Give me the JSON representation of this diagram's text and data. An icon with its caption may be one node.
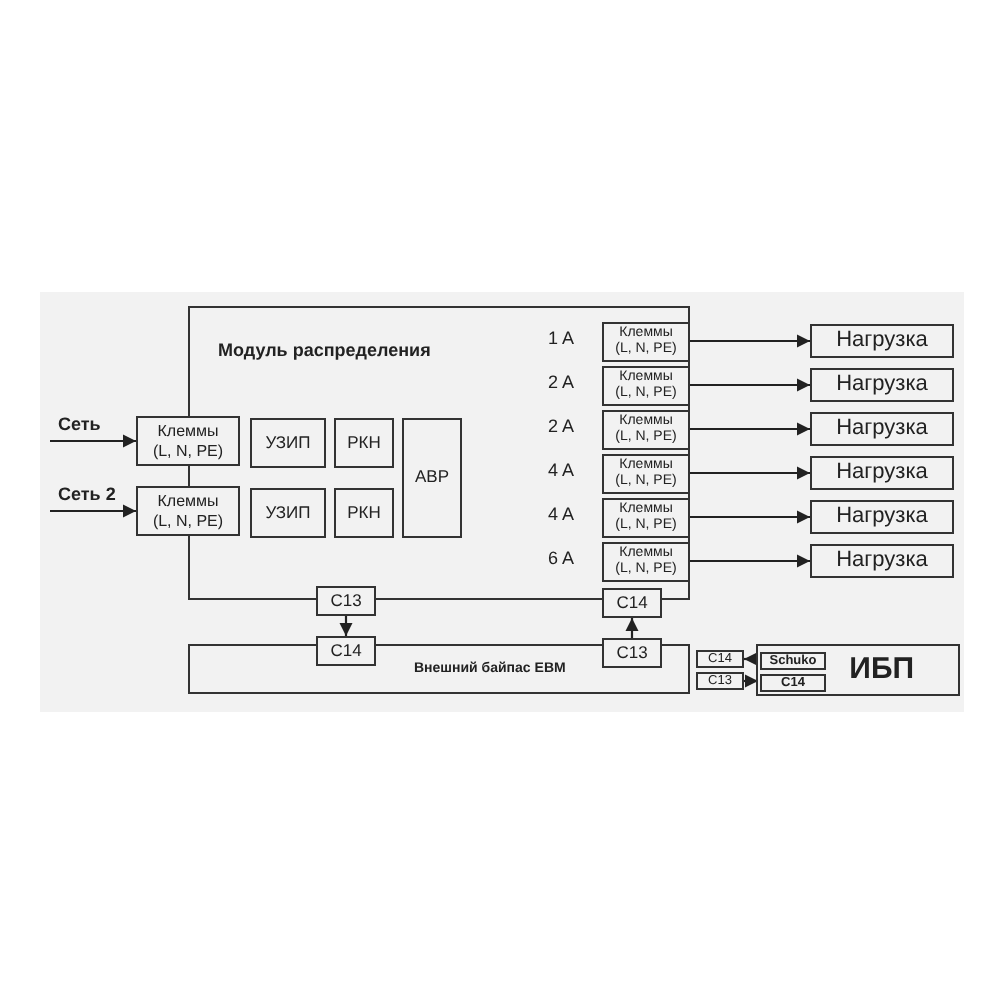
{
  "diagram": {
    "nodes": [
      {
        "text": [
          "Модуль распределения"
        ]
      },
      {
        "text": [
          "Клеммы (L, N, PE)"
        ]
      },
      {
        "text": [
          "УЗИП"
        ],
        "in": 0
      },
      {
        "text": [
          "РКН"
        ],
        "in": 0
      },
      {
        "text": [
          "АВР"
        ],
        "in": 0
      },
      {
        "text": [
          "Клеммы (L, N, PE)"
        ]
      },
      {
        "text": [
          "УЗИП"
        ],
        "in": 0
      },
      {
        "text": [
          "РКН"
        ],
        "in": 0
      },
      {
        "text": [
          "Клеммы (L, N, PE)"
        ],
        "beside": [
          "1 A"
        ],
        "in": 0
      },
      {
        "text": [
          "Клеммы (L, N, PE)"
        ],
        "beside": [
          "2 A"
        ],
        "in": 0
      },
      {
        "text": [
          "Клеммы (L, N, PE)"
        ],
        "beside": [
          "2 A"
        ],
        "in": 0
      },
      {
        "text": [
          "Клеммы (L, N, PE)"
        ],
        "beside": [
          "4 A"
        ],
        "in": 0
      },
      {
        "text": [
          "Клеммы (L, N, PE)"
        ],
        "beside": [
          "4 A"
        ],
        "in": 0
      },
      {
        "text": [
          "Клеммы (L, N, PE)"
        ],
        "beside": [
          "6 A"
        ],
        "in": 0
      },
      {
        "text": [
          "Нагрузка"
        ]
      },
      {
        "text": [
          "Нагрузка"
        ]
      },
      {
        "text": [
          "Нагрузка"
        ]
      },
      {
        "text": [
          "Нагрузка"
        ]
      },
      {
        "text": [
          "Нагрузка"
        ]
      },
      {
        "text": [
          "Нагрузка"
        ]
      },
      {
        "text": [
          "C13"
        ]
      },
      {
        "text": [
          "C14"
        ]
      },
      {
        "text": [
          "Внешний байпас EBM"
        ]
      },
      {
        "text": [
          "C14"
        ]
      },
      {
        "text": [
          "C13"
        ]
      },
      {
        "text": [
          "C14"
        ]
      },
      {
        "text": [
          "C13"
        ]
      },
      {
        "text": [
          "ИБП"
        ]
      },
      {
        "text": [
          "Schuko"
        ],
        "in": 27
      },
      {
        "text": [
          "C14"
        ],
        "in": 27
      }
    ],
    "edges": [
      {
        "from": null,
        "to": 1,
        "arrow": "to",
        "label": "Сеть"
      },
      {
        "from": null,
        "to": 5,
        "arrow": "to",
        "label": "Сеть 2"
      },
      {
        "from": 8,
        "to": 14,
        "arrow": "to"
      },
      {
        "from": 9,
        "to": 15,
        "arrow": "to"
      },
      {
        "from": 10,
        "to": 16,
        "arrow": "to"
      },
      {
        "from": 11,
        "to": 17,
        "arrow": "to"
      },
      {
        "from": 12,
        "to": 18,
        "arrow": "to"
      },
      {
        "from": 13,
        "to": 19,
        "arrow": "to"
      },
      {
        "from": 20,
        "to": 23,
        "arrow": "to"
      },
      {
        "from": 24,
        "to": 21,
        "arrow": "to"
      },
      {
        "from": 28,
        "to": 25,
        "arrow": "to"
      },
      {
        "from": 26,
        "to": 29,
        "arrow": "to"
      }
    ]
  }
}
